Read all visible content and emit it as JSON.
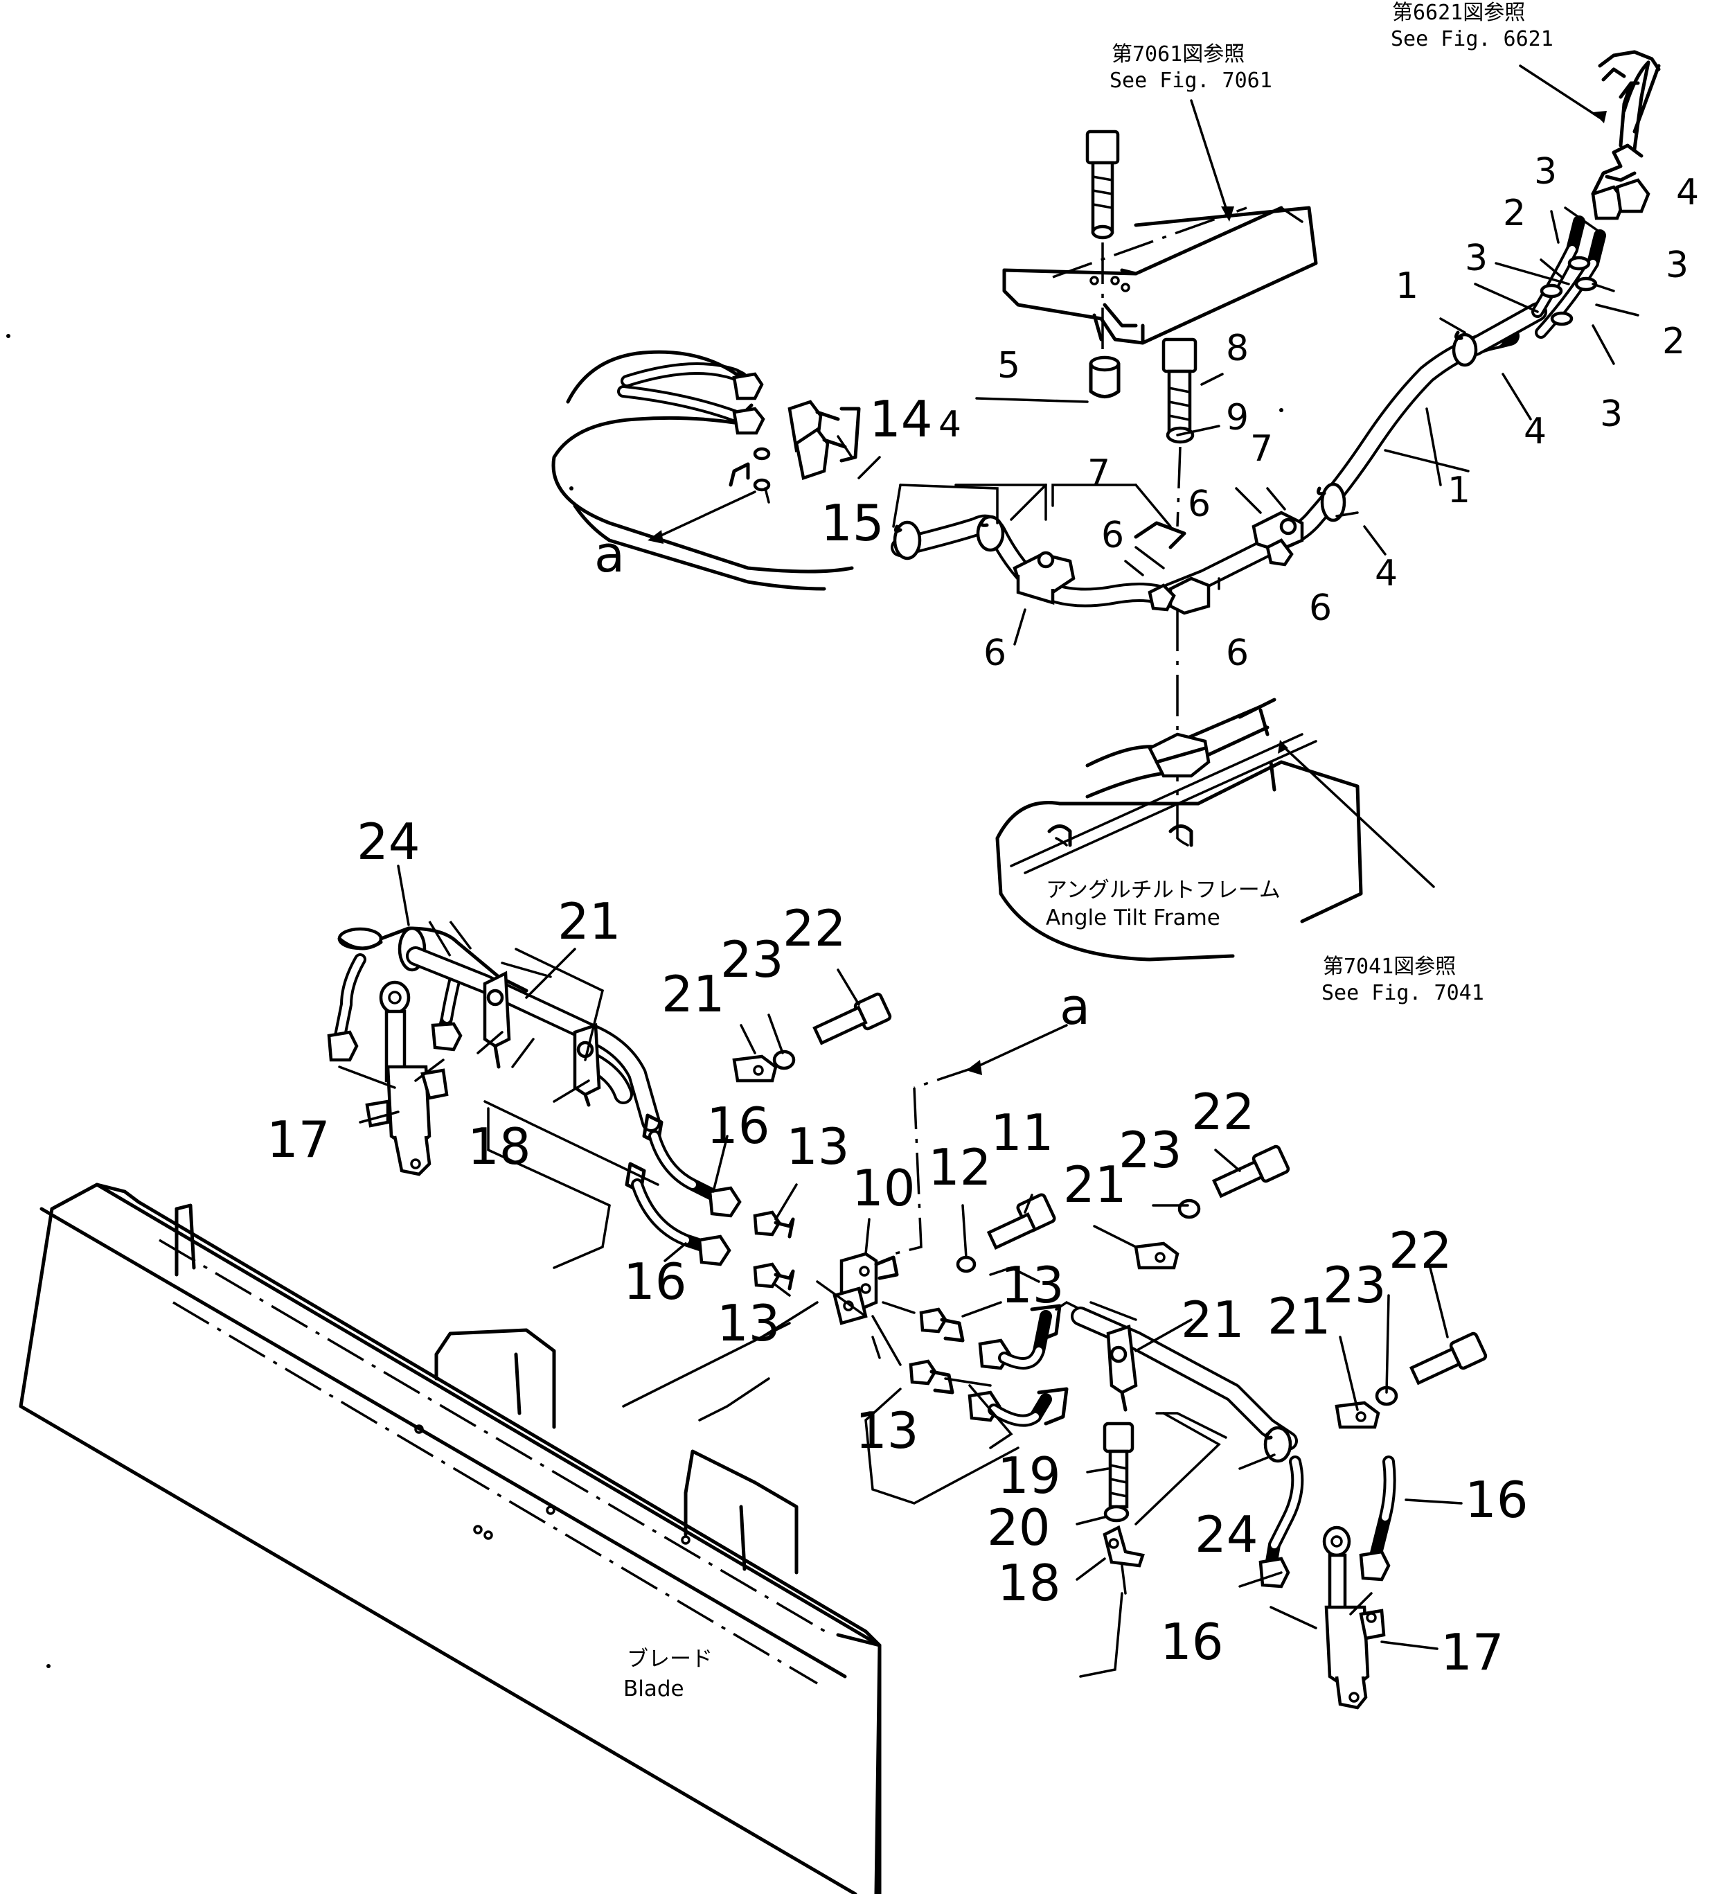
{
  "references": {
    "fig6621": {
      "jp": "第6621図参照",
      "en": "See Fig. 6621"
    },
    "fig7061": {
      "jp": "第7061図参照",
      "en": "See Fig. 7061"
    },
    "fig7041": {
      "jp": "第7041図参照",
      "en": "See Fig. 7041"
    }
  },
  "captions": {
    "frame_jp": "アングルチルトフレーム",
    "frame_en": "Angle Tilt Frame",
    "blade_jp": "ブレード",
    "blade_en": "Blade",
    "view_a": "a"
  },
  "part_numbers": {
    "n1": "1",
    "n2": "2",
    "n3": "3",
    "n4": "4",
    "n5": "5",
    "n6": "6",
    "n7": "7",
    "n8": "8",
    "n9": "9",
    "n10": "10",
    "n11": "11",
    "n12": "12",
    "n13": "13",
    "n14": "14",
    "n15": "15",
    "n16": "16",
    "n17": "17",
    "n18": "18",
    "n19": "19",
    "n20": "20",
    "n21": "21",
    "n22": "22",
    "n23": "23",
    "n24": "24"
  }
}
